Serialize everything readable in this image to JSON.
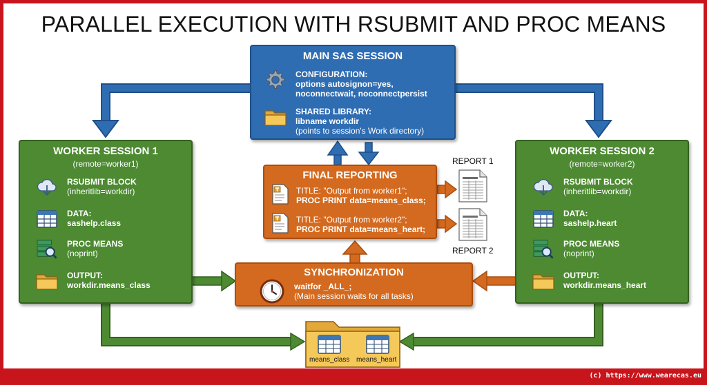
{
  "title": "PARALLEL EXECUTION WITH RSUBMIT AND PROC MEANS",
  "footer": "(c) https://www.wearecas.eu",
  "main": {
    "title": "MAIN SAS SESSION",
    "config_title": "CONFIGURATION:",
    "config_line1": "options autosignon=yes,",
    "config_line2": "noconnectwait, noconnectpersist",
    "lib_title": "SHARED LIBRARY:",
    "lib_line1": "libname workdir",
    "lib_line2": "(points to session's Work directory)",
    "icons": [
      "gear-icon",
      "folder-icon"
    ]
  },
  "worker1": {
    "title": "WORKER SESSION 1",
    "subtitle": "(remote=worker1)",
    "rsubmit_title": "RSUBMIT BLOCK",
    "rsubmit_detail": "(inheritlib=workdir)",
    "data_title": "DATA:",
    "data_detail": "sashelp.class",
    "means_title": "PROC MEANS",
    "means_detail": "(noprint)",
    "output_title": "OUTPUT:",
    "output_detail": "workdir.means_class"
  },
  "worker2": {
    "title": "WORKER SESSION 2",
    "subtitle": "(remote=worker2)",
    "rsubmit_title": "RSUBMIT BLOCK",
    "rsubmit_detail": "(inheritlib=workdir)",
    "data_title": "DATA:",
    "data_detail": "sashelp.heart",
    "means_title": "PROC MEANS",
    "means_detail": "(noprint)",
    "output_title": "OUTPUT:",
    "output_detail": "workdir.means_heart"
  },
  "reporting": {
    "title": "FINAL REPORTING",
    "item1_line1": "TITLE: \"Output from worker1\";",
    "item1_line2": "PROC PRINT data=means_class;",
    "item2_line1": "TITLE: \"Output from worker2\";",
    "item2_line2": "PROC PRINT data=means_heart;",
    "report1": "REPORT 1",
    "report2": "REPORT 2"
  },
  "sync": {
    "title": "SYNCHRONIZATION",
    "line1": "waitfor _ALL_;",
    "line2": "(Main session waits for all tasks)"
  },
  "folder": {
    "table1": "means_class",
    "table2": "means_heart"
  },
  "colors": {
    "blue": "#2f6db3",
    "green": "#4d8a32",
    "orange": "#d46a1f",
    "folder": "#f2c34c",
    "frame": "#c8141b"
  }
}
